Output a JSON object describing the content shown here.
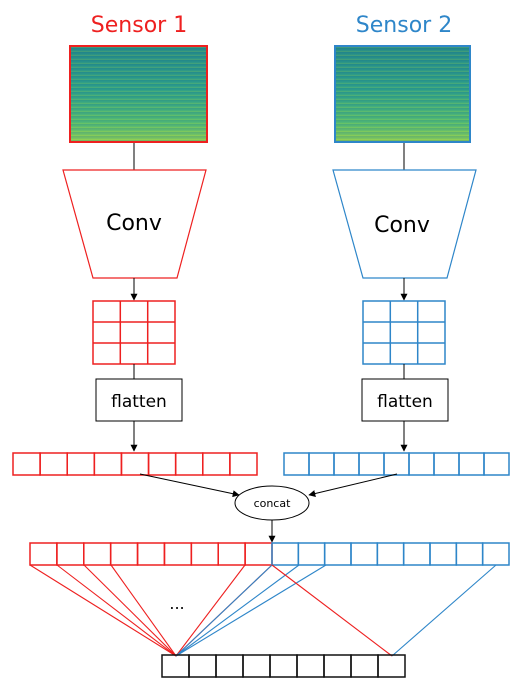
{
  "sensors": [
    {
      "title": "Sensor 1",
      "conv_label": "Conv",
      "flatten_label": "flatten"
    },
    {
      "title": "Sensor 2",
      "conv_label": "Conv",
      "flatten_label": "flatten"
    }
  ],
  "concat_label": "concat",
  "ellipsis": "...",
  "colors": {
    "sensor1": "#ee2020",
    "sensor2": "#2e86c9",
    "output": "#111111"
  }
}
